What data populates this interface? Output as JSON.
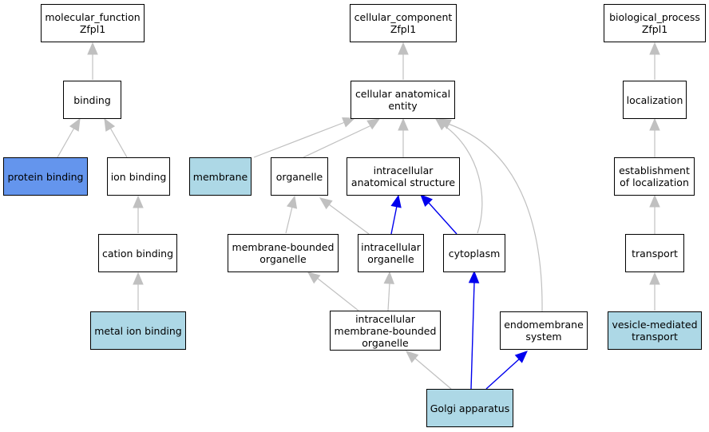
{
  "colors": {
    "node_fill_default": "#ffffff",
    "node_fill_annotated": "#add8e6",
    "node_fill_direct": "#6495ed",
    "edge_is_a": "#c0c0c0",
    "edge_part_of": "#0000ee"
  },
  "nodes": {
    "mf_root": "molecular_function\nZfpl1",
    "cc_root": "cellular_component\nZfpl1",
    "bp_root": "biological_process\nZfpl1",
    "binding": "binding",
    "cellular_anatomical_entity": "cellular anatomical\nentity",
    "localization": "localization",
    "protein_binding": "protein binding",
    "ion_binding": "ion binding",
    "membrane": "membrane",
    "organelle": "organelle",
    "intracellular_anatomical_structure": "intracellular\nanatomical structure",
    "establishment_of_localization": "establishment\nof localization",
    "cation_binding": "cation binding",
    "membrane_bounded_organelle": "membrane-bounded\norganelle",
    "intracellular_organelle": "intracellular\norganelle",
    "cytoplasm": "cytoplasm",
    "transport": "transport",
    "metal_ion_binding": "metal ion binding",
    "intracellular_membrane_bounded_organelle": "intracellular\nmembrane-bounded\norganelle",
    "endomembrane_system": "endomembrane\nsystem",
    "vesicle_mediated_transport": "vesicle-mediated\ntransport",
    "golgi_apparatus": "Golgi apparatus"
  }
}
